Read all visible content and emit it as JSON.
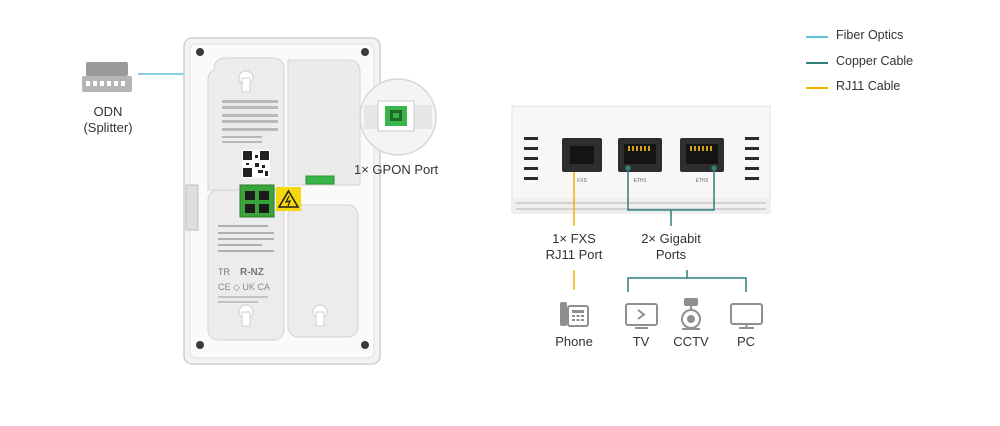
{
  "legend": [
    {
      "label": "Fiber Optics",
      "color": "#5fc3d6"
    },
    {
      "label": "Copper Cable",
      "color": "#2f7f7a"
    },
    {
      "label": "RJ11 Cable",
      "color": "#f0b400"
    }
  ],
  "odn": {
    "line1": "ODN",
    "line2": "(Splitter)"
  },
  "gpon_port_label": "1× GPON Port",
  "fxs_label": {
    "line1": "1× FXS",
    "line2": "RJ11 Port"
  },
  "gigabit_label": {
    "line1": "2× Gigabit",
    "line2": "Ports"
  },
  "port_labels": {
    "fxs": "FXS",
    "eth1": "ETH1",
    "eth2": "ETH2"
  },
  "device_back_labels": {
    "region": "R-NZ",
    "tr": "TR"
  },
  "devices": [
    {
      "name": "Phone",
      "icon": "phone-icon"
    },
    {
      "name": "TV",
      "icon": "tv-icon"
    },
    {
      "name": "CCTV",
      "icon": "cctv-icon"
    },
    {
      "name": "PC",
      "icon": "monitor-icon"
    }
  ],
  "colors": {
    "fiber": "#5fc3d6",
    "copper": "#2f7f7a",
    "rj11": "#f0b400",
    "gpon_port": "#39b54a"
  }
}
